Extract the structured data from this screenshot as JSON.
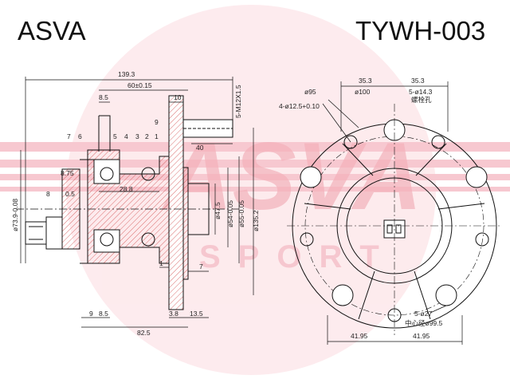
{
  "header": {
    "brand": "ASVA",
    "part_number": "TYWH-003"
  },
  "side_view": {
    "dims": {
      "overall_length": "139.3",
      "hub_length": "60±0.15",
      "flange_offset": "8.5",
      "flange_width": "10",
      "bolt_length": "40",
      "bore_depth": "8.75",
      "gap": "0.5",
      "bearing_span": "28.8",
      "inner_offset_a": "9",
      "inner_offset_b": "8.5",
      "base_length": "82.5",
      "flange_thickness": "3.8",
      "pilot_length": "13.5",
      "chamfer": "1",
      "step": "7",
      "outer_diameter": "ø73.9-0.08",
      "pilot_diameter": "ø47.5",
      "hub_diameter_a": "ø54-0.05",
      "hub_diameter_b": "ø55-0.05",
      "flange_diameter": "ø135.2",
      "bolt_thread": "5-M12X1.5"
    },
    "callouts": [
      "7",
      "6",
      "5",
      "4",
      "3",
      "2",
      "1",
      "9",
      "8"
    ]
  },
  "front_view": {
    "dims": {
      "bolt_offset_left": "35.3",
      "bolt_offset_right": "35.3",
      "diameter_100": "ø100",
      "diameter_95": "ø95",
      "small_holes": "4-ø12.5+0.10",
      "bolt_holes": "5-ø14.3",
      "bolt_hole_note": "螺栓孔",
      "pcd_holes": "5-ø27",
      "pcd": "中心径ø99.5",
      "half_width_left": "41.95",
      "half_width_right": "41.95"
    }
  }
}
